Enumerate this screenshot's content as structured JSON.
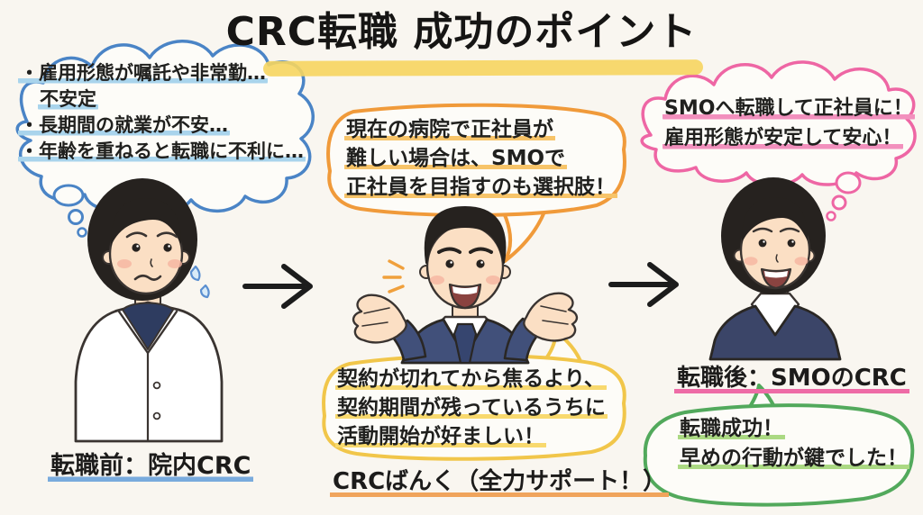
{
  "title": "CRC転職 成功のポイント",
  "before": {
    "figure": "worried-woman-in-white-lab-coat",
    "thought_cloud": {
      "lines": [
        "・雇用形態が嘱託や非常勤…",
        "不安定",
        "・長期間の就業が不安…",
        "・年齢を重ねると転職に不利に…"
      ]
    },
    "label": "転職前：院内CRC"
  },
  "advisor": {
    "figure": "smiling-man-in-navy-suit-open-hands",
    "speech_top": {
      "lines": [
        "現在の病院で正社員が",
        "難しい場合は、SMOで",
        "正社員を目指すのも選択肢！"
      ]
    },
    "speech_bottom": {
      "lines": [
        "契約が切れてから焦るより、",
        "契約期間が残っているうちに",
        "活動開始が好ましい！"
      ]
    },
    "label": "CRCばんく（全力サポート！）"
  },
  "after": {
    "figure": "smiling-woman-in-dark-suit",
    "thought_cloud": {
      "lines": [
        "SMOへ転職して正社員に！",
        "雇用形態が安定して安心！"
      ]
    },
    "label": "転職後：SMOのCRC",
    "result_bubble": {
      "lines": [
        "転職成功！",
        "早めの行動が鍵でした！"
      ]
    }
  },
  "colors": {
    "background": "#f9f6f0",
    "title_highlight": "#f6d55f",
    "blue_outline": "#4a84c6",
    "blue_highlight": "#a9d4ec",
    "orange_outline": "#f09a3a",
    "orange_highlight": "#f7c469",
    "pink_outline": "#ee66a4",
    "pink_highlight": "#f290bd",
    "yellow_outline": "#f1c64a",
    "yellow_highlight": "#f8d96e",
    "green_outline": "#52a95c",
    "green_highlight": "#abd983",
    "arrow": "#1c1c1c",
    "skin": "#fbdfc4",
    "suit_navy": "#41507a",
    "hair_black": "#26221f"
  }
}
